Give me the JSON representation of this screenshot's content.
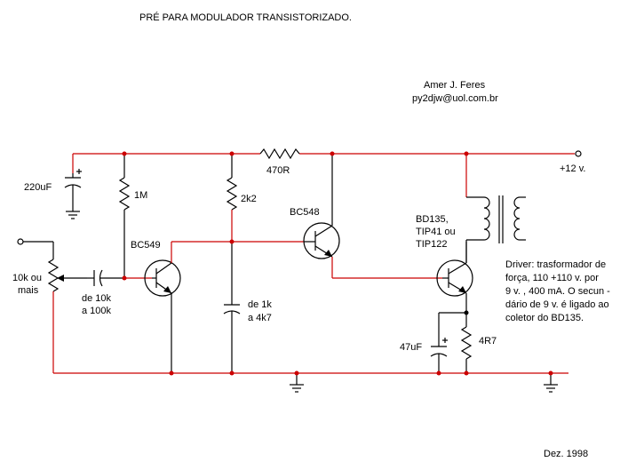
{
  "title": "PRÉ PARA MODULADOR TRANSISTORIZADO.",
  "author": {
    "name": "Amer J. Feres",
    "email": "py2djw@uol.com.br"
  },
  "date": "Dez. 1998",
  "labels": {
    "c_220uf": "220uF",
    "r_1m": "1M",
    "r_2k2": "2k2",
    "r_470r": "470R",
    "supply": "+12 v.",
    "q1": "BC549",
    "q2": "BC548",
    "q3_line1": "BD135,",
    "q3_line2": "TIP41 ou",
    "q3_line3": "TIP122",
    "pot_line1": "10k ou",
    "pot_line2": "mais",
    "c_in_line1": "de 10k",
    "c_in_line2": "a 100k",
    "c_mid_line1": "de 1k",
    "c_mid_line2": "a 4k7",
    "c_47uf": "47uF",
    "r_4r7": "4R7"
  },
  "driver_note": [
    "Driver: trasformador de",
    "força, 110 +110 v.   por",
    "9 v. , 400 mA. O secun -",
    "dário de 9 v. é ligado ao",
    "coletor do BD135."
  ],
  "colors": {
    "wire_supply_ground": "#cc0000",
    "components": "#000000"
  }
}
